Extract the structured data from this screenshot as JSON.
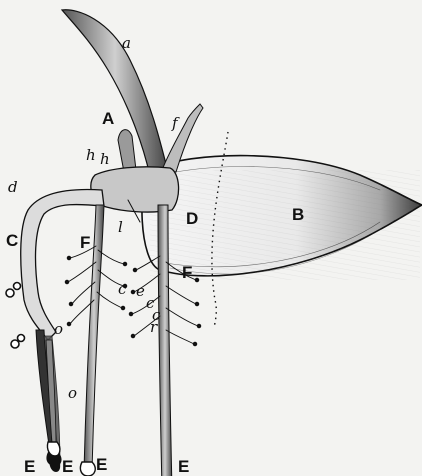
{
  "labels": {
    "a": "a",
    "f": "f",
    "A": "A",
    "h1": "h",
    "h2": "h",
    "l": "l",
    "d": "d",
    "C": "C",
    "o1": "o",
    "o2": "o",
    "F1": "F",
    "F2": "F",
    "D": "D",
    "B": "B",
    "c1": "c",
    "e": "e",
    "c2": "c",
    "c3": "c",
    "r": "r",
    "E1": "E",
    "E2": "E",
    "E3": "E",
    "E4": "E"
  }
}
